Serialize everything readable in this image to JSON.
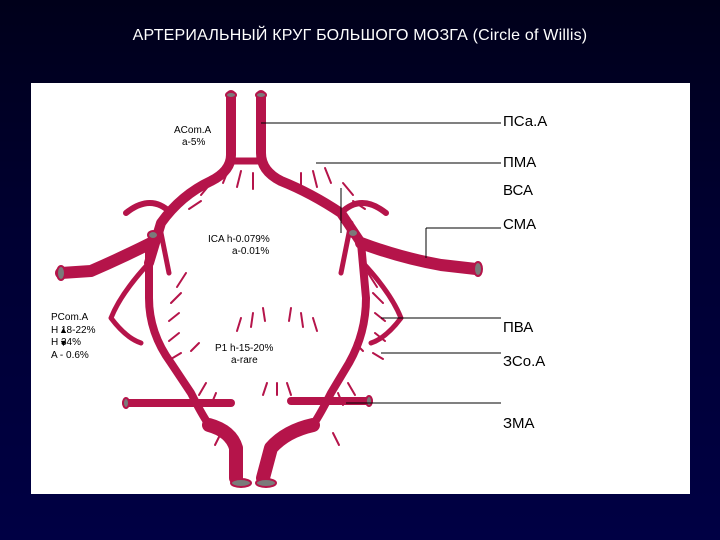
{
  "title": "АРТЕРИАЛЬНЫЙ КРУГ БОЛЬШОГО МОЗГА (Circle of Willis)",
  "labels": {
    "acoma_name": "ACom.A",
    "acoma_value": "a-5%",
    "ica_line1": "ICA h-0.079%",
    "ica_line2": "a-0.01%",
    "p1_line1": "P1 h-15-20%",
    "p1_line2": "a-rare",
    "pcoma_name": "PCom.A",
    "pcoma_line1": "H  18-22%",
    "pcoma_line2": "H   34%",
    "pcoma_line3": "A  - 0.6%",
    "psca": "ПСа.А",
    "pma": "ПМА",
    "vsa": "ВСА",
    "sma": "СМА",
    "pva": "ПВА",
    "zsoa": "ЗСо.А",
    "zma": "ЗМА"
  },
  "colors": {
    "artery": "#b5144a",
    "vessel_lumen": "#7a7a7a",
    "background": "#000033",
    "panel": "#ffffff"
  }
}
